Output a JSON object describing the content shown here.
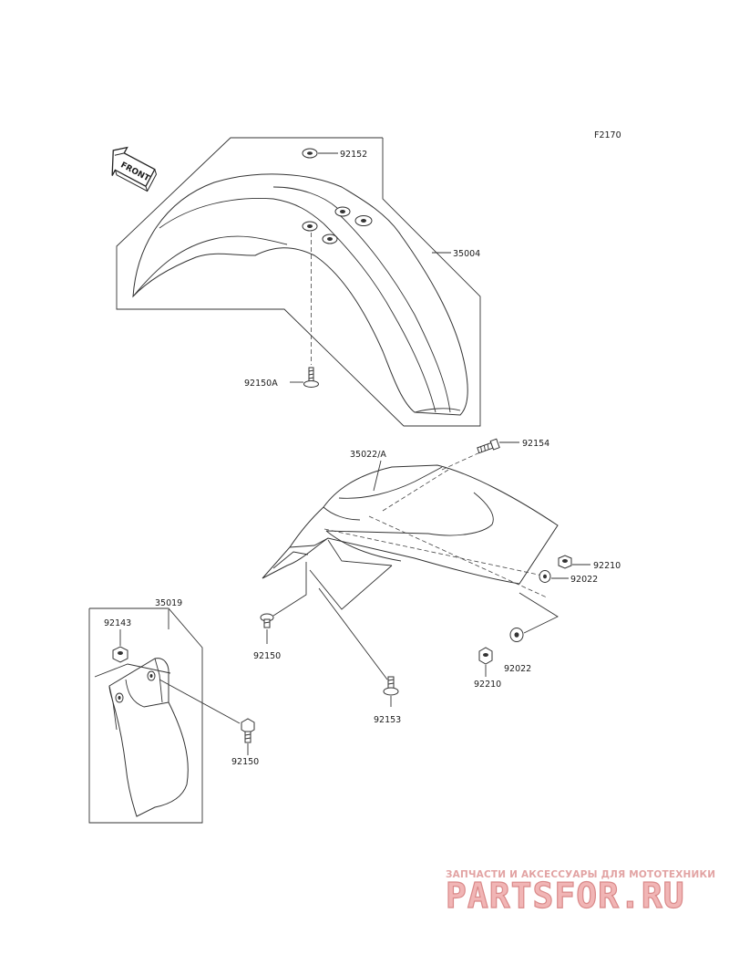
{
  "diagram": {
    "figure_code": "F2170",
    "front_arrow_label": "FRONT",
    "labels": {
      "p92152": "92152",
      "p35004": "35004",
      "p92150A": "92150A",
      "p35022A": "35022/A",
      "p92154": "92154",
      "p92210a": "92210",
      "p92022a": "92022",
      "p92022b": "92022",
      "p92210b": "92210",
      "p92153": "92153",
      "p92150a": "92150",
      "p35019": "35019",
      "p92143": "92143",
      "p92150b": "92150"
    }
  },
  "watermark": {
    "subtitle": "ЗАПЧАСТИ И АКСЕССУАРЫ ДЛЯ МОТОТЕХНИКИ",
    "brand": "PARTSFOR.RU",
    "color": "#e88b8b"
  }
}
